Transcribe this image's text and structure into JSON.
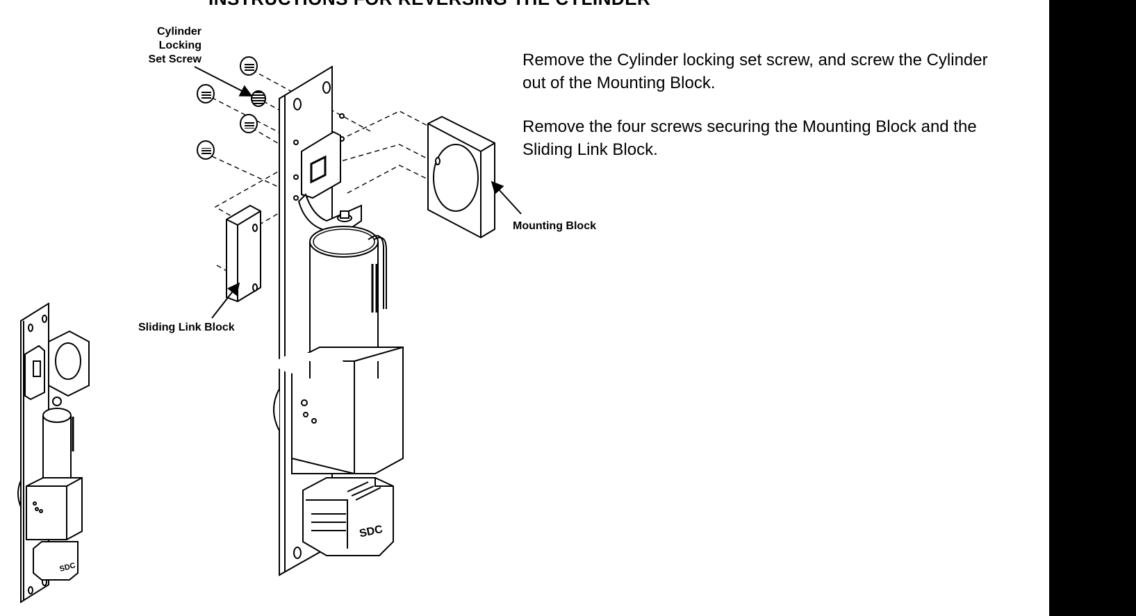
{
  "title": "INSTRUCTIONS FOR REVERSING THE CYLINDER",
  "instructions": [
    "Remove the Cylinder locking set screw, and screw the Cylinder out of the Mounting Block.",
    "Remove the four screws securing the Mounting Block and the Sliding Link Block."
  ],
  "callouts": {
    "set_screw": [
      "Cylinder",
      "Locking",
      "Set Screw"
    ],
    "mounting_block": "Mounting Block",
    "sliding_link_block": "Sliding Link Block"
  },
  "logo_text": "SDC",
  "colors": {
    "ink": "#000000",
    "paper": "#ffffff",
    "shade": "#e6e6e6"
  }
}
